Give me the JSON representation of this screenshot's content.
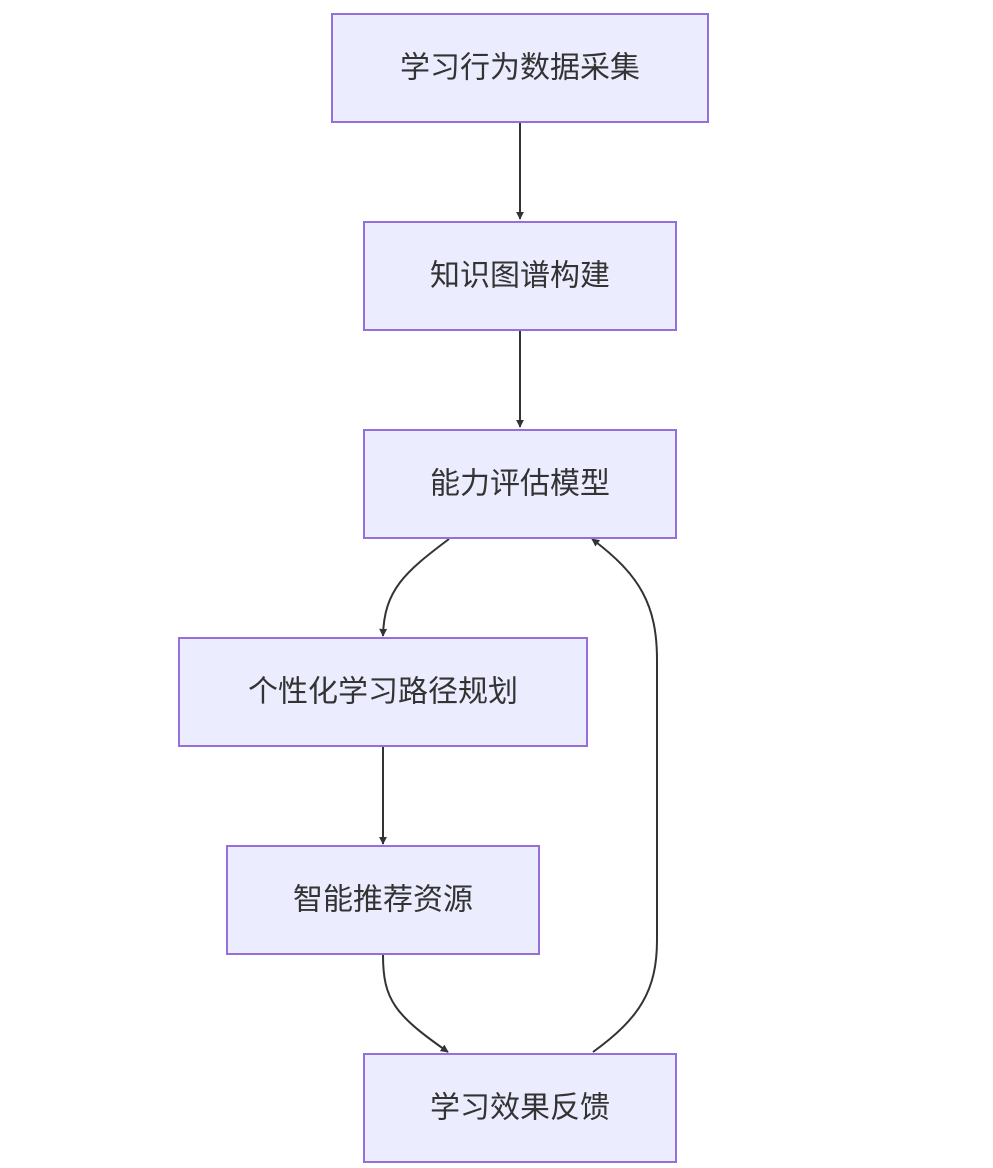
{
  "diagram": {
    "nodes": [
      {
        "id": "n1",
        "label": "学习行为数据采集"
      },
      {
        "id": "n2",
        "label": "知识图谱构建"
      },
      {
        "id": "n3",
        "label": "能力评估模型"
      },
      {
        "id": "n4",
        "label": "个性化学习路径规划"
      },
      {
        "id": "n5",
        "label": "智能推荐资源"
      },
      {
        "id": "n6",
        "label": "学习效果反馈"
      }
    ],
    "edges": [
      {
        "from": "n1",
        "to": "n2"
      },
      {
        "from": "n2",
        "to": "n3"
      },
      {
        "from": "n3",
        "to": "n4"
      },
      {
        "from": "n4",
        "to": "n5"
      },
      {
        "from": "n5",
        "to": "n6"
      },
      {
        "from": "n6",
        "to": "n3"
      }
    ],
    "colors": {
      "node_fill": "#ECECFF",
      "node_stroke": "#9370DB",
      "edge": "#333333",
      "text": "#333333"
    }
  }
}
